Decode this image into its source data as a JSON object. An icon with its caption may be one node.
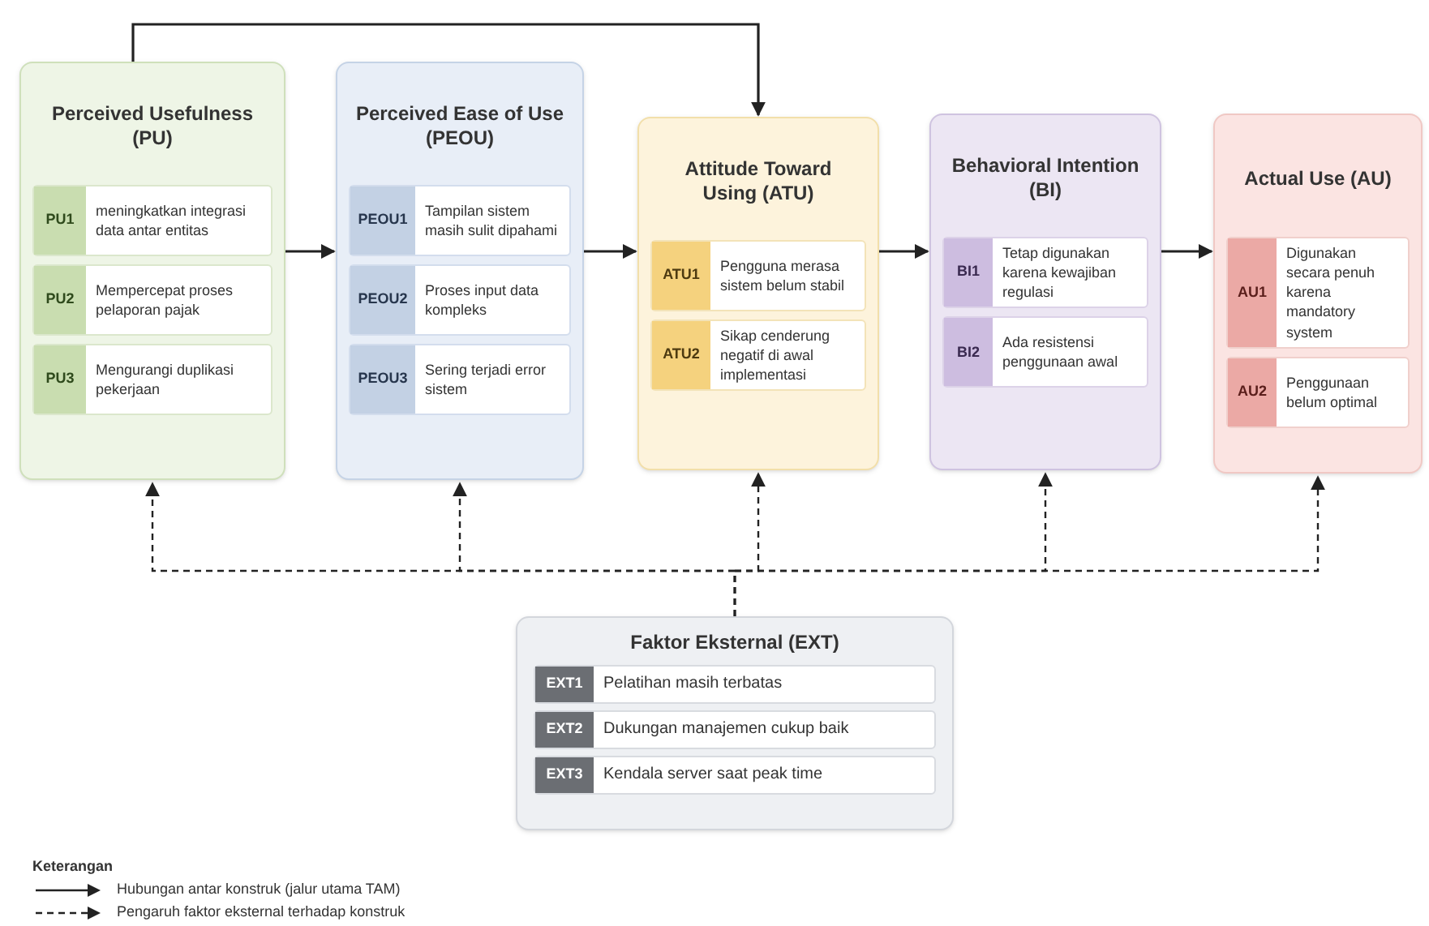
{
  "diagram": {
    "nodes": [
      {
        "text": [
          "Perceived Usefulness (PU)"
        ]
      },
      {
        "text": [
          "PU1",
          "meningkatkan integrasi data antar entitas"
        ],
        "in": 0
      },
      {
        "text": [
          "PU2",
          "Mempercepat proses pelaporan pajak"
        ],
        "in": 0
      },
      {
        "text": [
          "PU3",
          "Mengurangi duplikasi pekerjaan"
        ],
        "in": 0
      },
      {
        "text": [
          "Perceived Ease of Use (PEOU)"
        ]
      },
      {
        "text": [
          "PEOU1",
          "Tampilan sistem masih sulit dipahami"
        ],
        "in": 4
      },
      {
        "text": [
          "PEOU2",
          "Proses input data kompleks"
        ],
        "in": 4
      },
      {
        "text": [
          "PEOU3",
          "Sering terjadi error sistem"
        ],
        "in": 4
      },
      {
        "text": [
          "Attitude Toward Using (ATU)"
        ]
      },
      {
        "text": [
          "ATU1",
          "Pengguna merasa sistem belum stabil"
        ],
        "in": 8
      },
      {
        "text": [
          "ATU2",
          "Sikap cenderung negatif di awal implementasi"
        ],
        "in": 8
      },
      {
        "text": [
          "Behavioral Intention (BI)"
        ]
      },
      {
        "text": [
          "BI1",
          "Tetap digunakan karena kewajiban regulasi"
        ],
        "in": 11
      },
      {
        "text": [
          "BI2",
          "Ada resistensi penggunaan awal"
        ],
        "in": 11
      },
      {
        "text": [
          "Actual Use (AU)"
        ]
      },
      {
        "text": [
          "AU1",
          "Digunakan secara penuh karena mandatory system"
        ],
        "in": 14
      },
      {
        "text": [
          "AU2",
          "Penggunaan belum optimal"
        ],
        "in": 14
      },
      {
        "text": [
          "Faktor Eksternal (EXT)"
        ]
      },
      {
        "text": [
          "EXT1",
          "Pelatihan masih terbatas"
        ],
        "in": 17
      },
      {
        "text": [
          "EXT2",
          "Dukungan manajemen cukup baik"
        ],
        "in": 17
      },
      {
        "text": [
          "EXT3",
          "Kendala server saat peak time"
        ],
        "in": 17
      }
    ],
    "edges": [
      {
        "from": 0,
        "to": 4,
        "arrow": "to"
      },
      {
        "from": 4,
        "to": 8,
        "arrow": "to"
      },
      {
        "from": 8,
        "to": 11,
        "arrow": "to"
      },
      {
        "from": 11,
        "to": 14,
        "arrow": "to"
      },
      {
        "from": 0,
        "to": 8,
        "arrow": "to"
      },
      {
        "from": 17,
        "to": 0,
        "arrow": "to",
        "style": "dashed"
      },
      {
        "from": 17,
        "to": 4,
        "arrow": "to",
        "style": "dashed"
      },
      {
        "from": 17,
        "to": 8,
        "arrow": "to",
        "style": "dashed"
      },
      {
        "from": 17,
        "to": 11,
        "arrow": "to",
        "style": "dashed"
      },
      {
        "from": 17,
        "to": 14,
        "arrow": "to",
        "style": "dashed"
      }
    ],
    "labels": [
      "Keterangan"
    ],
    "legend": [
      {
        "text": "Hubungan antar konstruk (jalur utama TAM)"
      },
      {
        "text": "Pengaruh faktor eksternal terhadap konstruk"
      }
    ]
  }
}
